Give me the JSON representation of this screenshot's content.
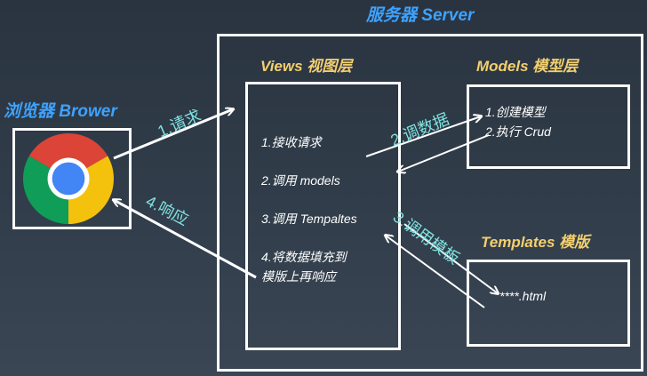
{
  "server": {
    "title": "服务器 Server"
  },
  "browser": {
    "title": "浏览器 Brower",
    "icon": "chrome-logo-icon"
  },
  "views": {
    "title": "Views 视图层",
    "steps": [
      "1.接收请求",
      "2.调用 models",
      "3.调用 Tempaltes",
      "4.将数据填充到",
      "模版上再响应"
    ]
  },
  "models": {
    "title": "Models 模型层",
    "steps": [
      "1.创建模型",
      "2.执行 Crud"
    ]
  },
  "templates": {
    "title": "Templates 模版",
    "file": "****.html"
  },
  "arrows": {
    "request": "1.请求",
    "response": "4.响应",
    "call_data": "2.调数据",
    "call_template": "3.调用模板"
  },
  "colors": {
    "title_blue": "#3ea2ff",
    "title_yellow": "#f3cf6e",
    "arrow_label": "#7fe2e0",
    "line": "#ffffff"
  }
}
